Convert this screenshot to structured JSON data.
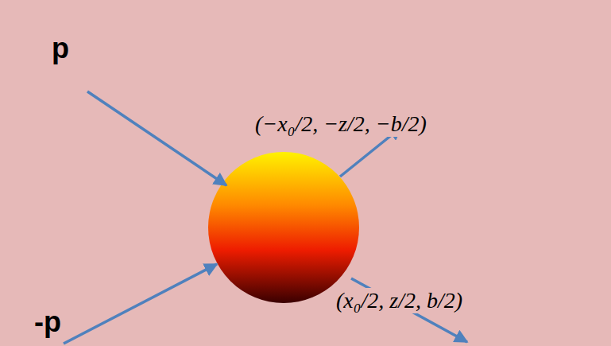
{
  "diagram": {
    "labels": [
      "p",
      "-p",
      "(−x₀/2, −z/2, −b/2)",
      "(x₀/2, z/2, b/2)"
    ]
  }
}
